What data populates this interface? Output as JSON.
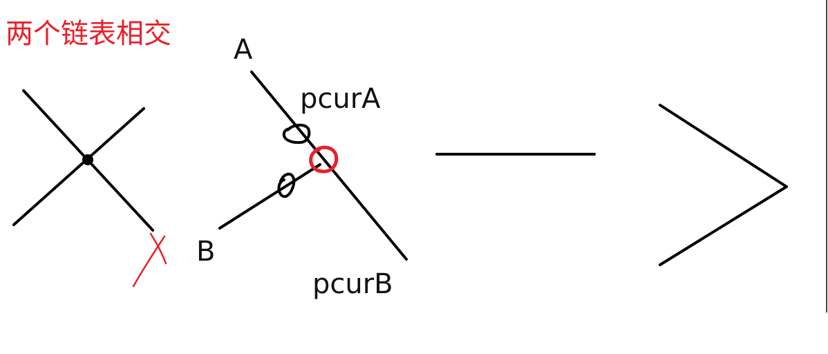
{
  "title": "两个链表相交",
  "labels": {
    "list_a": "A",
    "list_b": "B",
    "pointer_a": "pcurA",
    "pointer_b": "pcurB"
  },
  "colors": {
    "accent": "#e8202a",
    "ink": "#000000"
  }
}
